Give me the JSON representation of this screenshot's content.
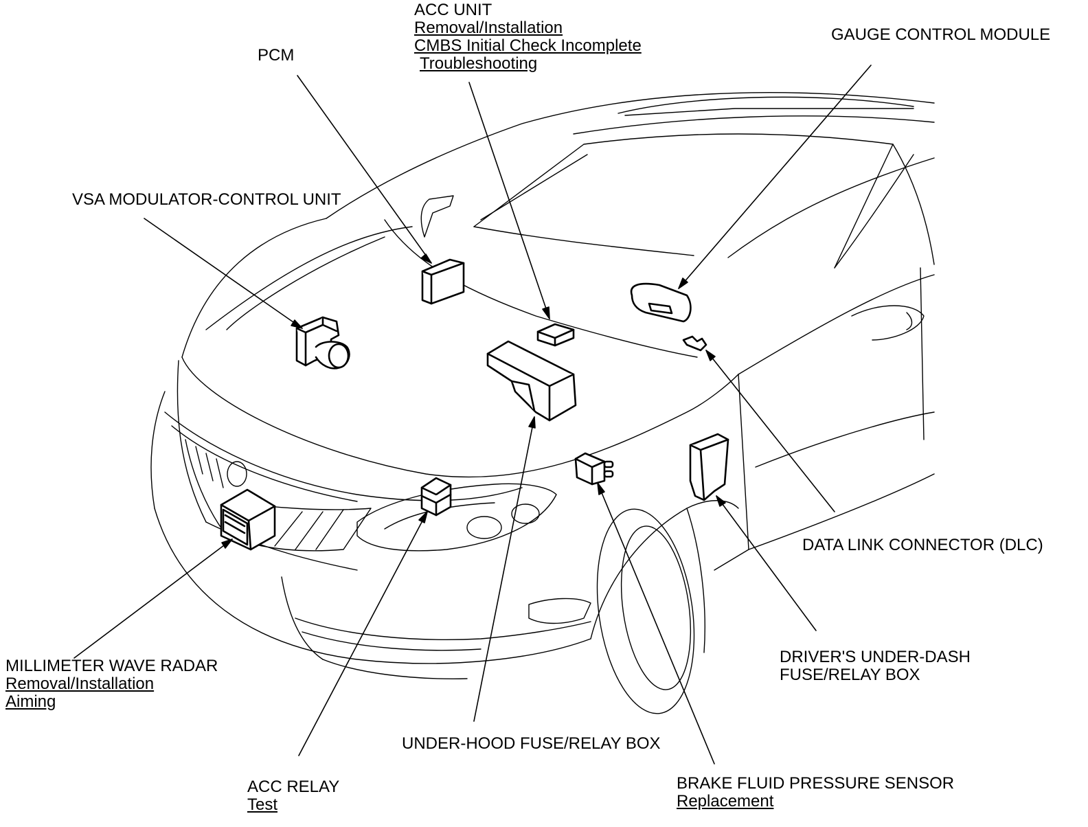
{
  "labels": {
    "pcm": "PCM",
    "acc_unit": {
      "title": "ACC UNIT",
      "links": [
        "Removal/Installation",
        "CMBS Initial Check Incomplete",
        "Troubleshooting"
      ]
    },
    "gauge": "GAUGE CONTROL MODULE",
    "vsa": "VSA MODULATOR-CONTROL UNIT",
    "dlc": "DATA LINK CONNECTOR (DLC)",
    "drivers_box": [
      "DRIVER'S UNDER-DASH",
      "FUSE/RELAY BOX"
    ],
    "radar": {
      "title": "MILLIMETER WAVE RADAR",
      "links": [
        "Removal/Installation",
        "Aiming"
      ]
    },
    "under_hood": "UNDER-HOOD FUSE/RELAY BOX",
    "acc_relay": {
      "title": "ACC RELAY",
      "links": [
        "Test"
      ]
    },
    "brake_sensor": {
      "title": "BRAKE FLUID PRESSURE SENSOR",
      "links": [
        "Replacement"
      ]
    }
  }
}
